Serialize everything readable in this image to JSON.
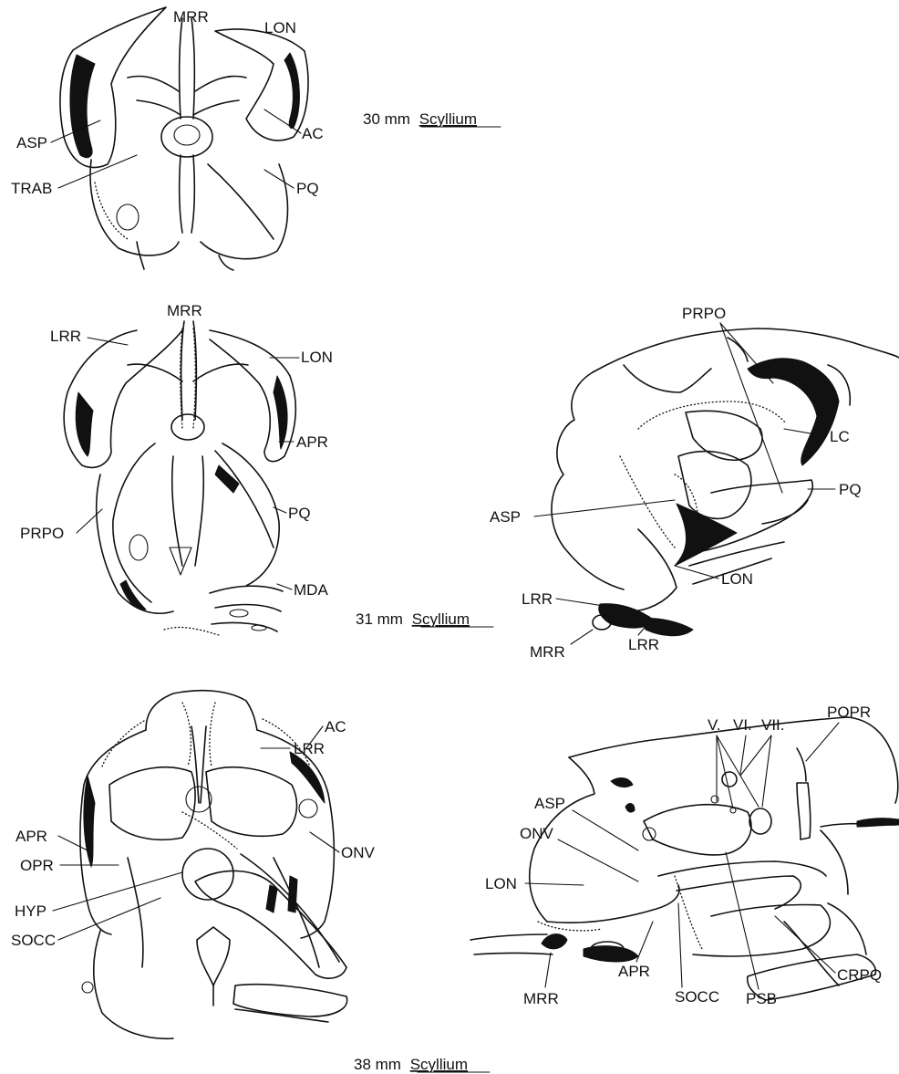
{
  "figure": {
    "panel_a": {
      "caption_size": "30 mm",
      "caption_genus": "Scyllium",
      "labels": [
        "MRR",
        "LON",
        "ASP",
        "AC",
        "TRAB",
        "PQ"
      ]
    },
    "panel_b": {
      "caption_size": "31 mm",
      "caption_genus": "Scyllium",
      "front_labels": [
        "MRR",
        "LRR",
        "LON",
        "APR",
        "PRPO",
        "PQ",
        "MDA"
      ],
      "side_labels": [
        "PRPO",
        "LC",
        "PQ",
        "ASP",
        "LON",
        "LRR",
        "MRR",
        "LRR"
      ]
    },
    "panel_c": {
      "caption_size": "38 mm",
      "caption_genus": "Scyllium",
      "front_labels": [
        "LRR",
        "AC",
        "APR",
        "ONV",
        "OPR",
        "HYP",
        "SOCC"
      ],
      "side_labels": [
        "V.",
        "VI.",
        "VII.",
        "POPR",
        "ASP",
        "ONV",
        "LON",
        "MRR",
        "APR",
        "SOCC",
        "PSB",
        "CRPQ"
      ]
    }
  }
}
